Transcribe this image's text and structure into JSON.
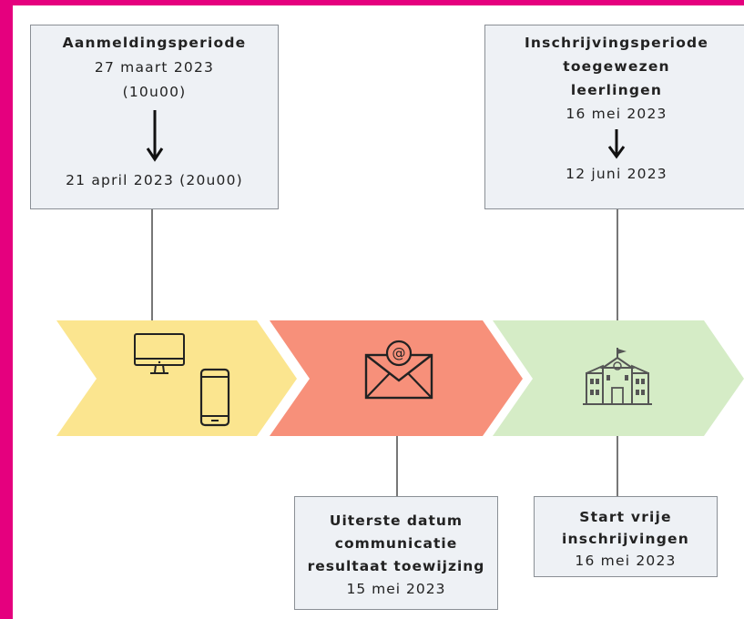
{
  "box1": {
    "title": "Aanmeldingsperiode",
    "start_date": "27 maart 2023",
    "start_time": "(10u00)",
    "end": "21 april 2023 (20u00)"
  },
  "box2": {
    "title_line1": "Inschrijvingsperiode",
    "title_line2": "toegewezen",
    "title_line3": "leerlingen",
    "start": "16 mei 2023",
    "end": "12 juni 2023"
  },
  "box3": {
    "line1": "Uiterste datum",
    "line2": "communicatie",
    "line3": "resultaat toewijzing",
    "date": "15 mei 2023"
  },
  "box4": {
    "line1": "Start vrije",
    "line2": "inschrijvingen",
    "date": "16 mei 2023"
  },
  "colors": {
    "frame": "#e5007e",
    "stage1": "#fbe58f",
    "stage2": "#f7907a",
    "stage3": "#d5ecc6",
    "box_bg": "#eef1f5"
  },
  "icons": [
    "computer-monitor-icon",
    "smartphone-icon",
    "email-envelope-icon",
    "school-building-icon"
  ]
}
